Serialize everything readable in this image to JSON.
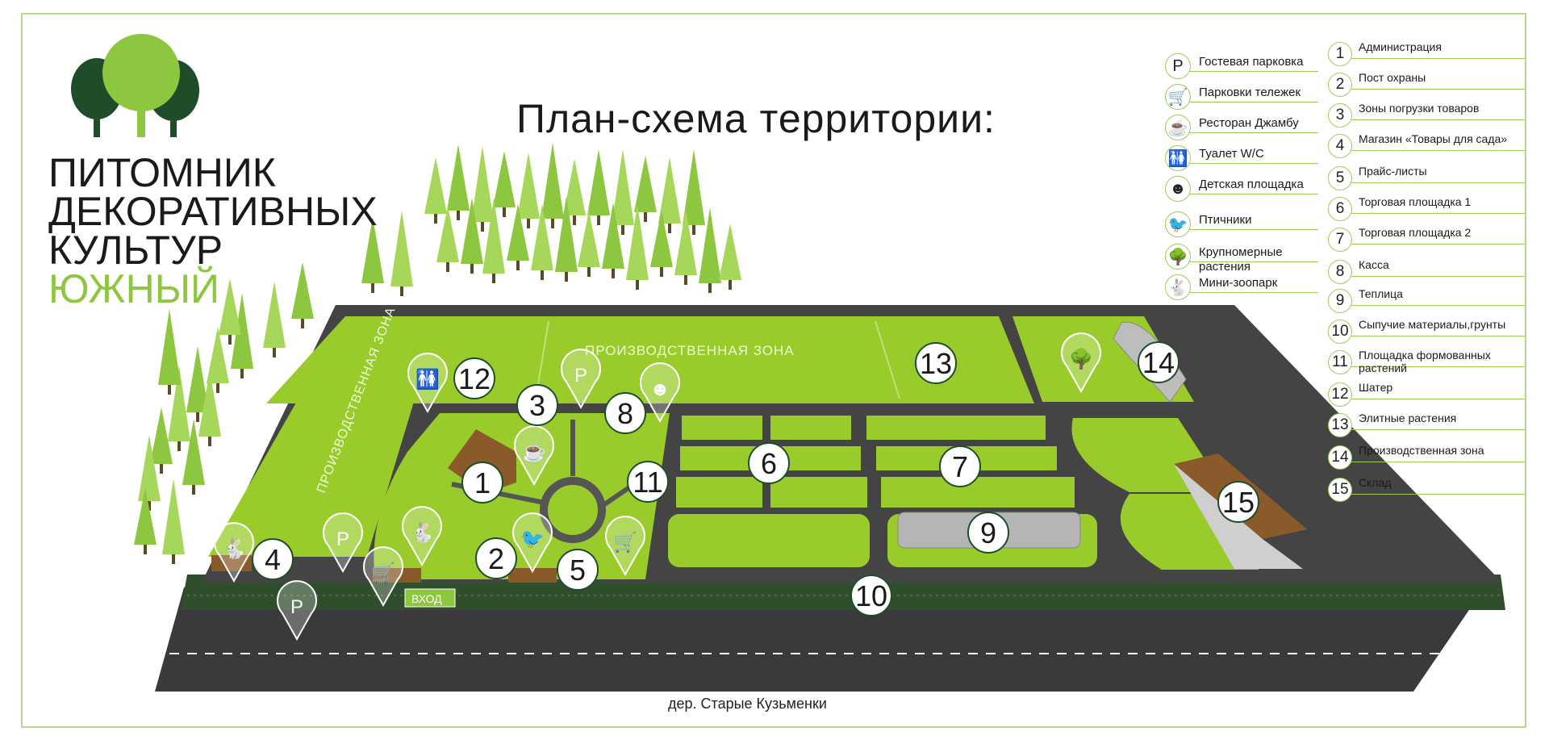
{
  "title": "План-схема территории:",
  "brand": {
    "line1": "ПИТОМНИК",
    "line2": "ДЕКОРАТИВНЫХ",
    "line3": "КУЛЬТУР",
    "line4": "ЮЖНЫЙ"
  },
  "village": "дер. Старые Кузьменки",
  "zones": {
    "production_top": "ПРОИЗВОДСТВЕННАЯ ЗОНА",
    "production_left": "ПРОИЗВОДСТВЕННАЯ ЗОНА",
    "entrance": "ВХОД"
  },
  "colors": {
    "grass": "#99cc2a",
    "grass_dark": "#7fb01e",
    "road": "#3a3a3a",
    "path": "#595959",
    "accent": "#8dc63f",
    "roof": "#8a5a2b",
    "greenhouse": "#b5b5b5"
  },
  "legend_icons": [
    {
      "icon": "parking-icon",
      "glyph": "P",
      "label": "Гостевая парковка"
    },
    {
      "icon": "cart-icon",
      "glyph": "🛒",
      "label": "Парковки тележек"
    },
    {
      "icon": "cup-icon",
      "glyph": "☕",
      "label": "Ресторан Джамбу"
    },
    {
      "icon": "toilet-icon",
      "glyph": "🚻",
      "label": "Туалет W/C"
    },
    {
      "icon": "playground-icon",
      "glyph": "☻",
      "label": "Детская площадка"
    },
    {
      "icon": "bird-icon",
      "glyph": "🐦",
      "label": "Птичники"
    },
    {
      "icon": "tree-icon",
      "glyph": "🌳",
      "label": "Крупномерные растения"
    },
    {
      "icon": "rabbit-icon",
      "glyph": "🐇",
      "label": "Мини-зоопарк"
    }
  ],
  "legend_numbers": [
    {
      "n": "1",
      "label": "Администрация"
    },
    {
      "n": "2",
      "label": "Пост охраны"
    },
    {
      "n": "3",
      "label": "Зоны погрузки товаров"
    },
    {
      "n": "4",
      "label": "Магазин «Товары для сада»"
    },
    {
      "n": "5",
      "label": "Прайс-листы"
    },
    {
      "n": "6",
      "label": "Торговая площадка 1"
    },
    {
      "n": "7",
      "label": "Торговая площадка 2"
    },
    {
      "n": "8",
      "label": "Касса"
    },
    {
      "n": "9",
      "label": "Теплица"
    },
    {
      "n": "10",
      "label": "Сыпучие материалы,грунты"
    },
    {
      "n": "11",
      "label": "Площадка формованных растений"
    },
    {
      "n": "12",
      "label": "Шатер"
    },
    {
      "n": "13",
      "label": "Элитные растения"
    },
    {
      "n": "14",
      "label": "Производственная зона"
    },
    {
      "n": "15",
      "label": "Склад"
    }
  ],
  "map_markers": [
    {
      "n": "1"
    },
    {
      "n": "2"
    },
    {
      "n": "3"
    },
    {
      "n": "4"
    },
    {
      "n": "5"
    },
    {
      "n": "6"
    },
    {
      "n": "7"
    },
    {
      "n": "8"
    },
    {
      "n": "9"
    },
    {
      "n": "10"
    },
    {
      "n": "11"
    },
    {
      "n": "12"
    },
    {
      "n": "13"
    },
    {
      "n": "14"
    },
    {
      "n": "15"
    }
  ],
  "map_pins": [
    {
      "icon": "toilet-icon",
      "glyph": "🚻"
    },
    {
      "icon": "parking-icon",
      "glyph": "P"
    },
    {
      "icon": "playground-icon",
      "glyph": "☻"
    },
    {
      "icon": "cup-icon",
      "glyph": "☕"
    },
    {
      "icon": "rabbit-icon",
      "glyph": "🐇"
    },
    {
      "icon": "bird-icon",
      "glyph": "🐦"
    },
    {
      "icon": "cart-icon",
      "glyph": "🛒"
    },
    {
      "icon": "rabbit-icon",
      "glyph": "🐇"
    },
    {
      "icon": "parking-icon",
      "glyph": "P"
    },
    {
      "icon": "cart-icon",
      "glyph": "🛒"
    },
    {
      "icon": "parking-icon",
      "glyph": "P"
    },
    {
      "icon": "tree-icon",
      "glyph": "🌳"
    }
  ]
}
